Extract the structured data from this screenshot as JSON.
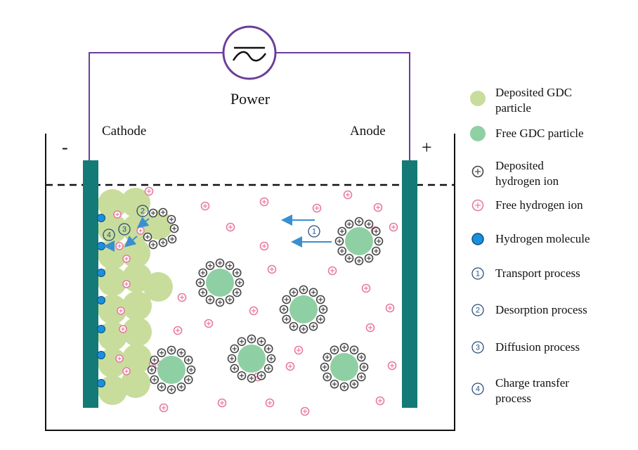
{
  "labels": {
    "power": "Power",
    "cathode": "Cathode",
    "anode": "Anode",
    "minus": "-",
    "plus": "+",
    "step1": "1",
    "step2": "2",
    "step3": "3",
    "step4": "4"
  },
  "colors": {
    "wire": "#6a3d9a",
    "electrode": "#137a77",
    "deposited_gdc": "#c8dd9b",
    "free_gdc": "#8fcfa4",
    "deposited_ion": "#444444",
    "free_ion": "#e87aa0",
    "hydrogen_molecule": "#1a8fdc",
    "arrow": "#3a8fd0",
    "step_marker": "#2a4d7a"
  },
  "legend": [
    {
      "key": "deposited-gdc",
      "icon": "light-green-circle",
      "lines": [
        "Deposited GDC",
        "particle"
      ]
    },
    {
      "key": "free-gdc",
      "icon": "green-circle",
      "lines": [
        "Free GDC particle"
      ]
    },
    {
      "key": "deposited-hydrogen-ion",
      "icon": "dark-plus-circle",
      "lines": [
        "Deposited",
        "hydrogen ion"
      ]
    },
    {
      "key": "free-hydrogen-ion",
      "icon": "pink-plus-circle",
      "lines": [
        "Free hydrogen ion"
      ]
    },
    {
      "key": "hydrogen-molecule",
      "icon": "blue-circle",
      "lines": [
        "Hydrogen molecule"
      ]
    },
    {
      "key": "transport-process",
      "icon": "circled-1",
      "marker": "1",
      "lines": [
        "Transport process"
      ]
    },
    {
      "key": "desorption-process",
      "icon": "circled-2",
      "marker": "2",
      "lines": [
        "Desorption process"
      ]
    },
    {
      "key": "diffusion-process",
      "icon": "circled-3",
      "marker": "3",
      "lines": [
        "Diffusion process"
      ]
    },
    {
      "key": "charge-transfer-process",
      "icon": "circled-4",
      "marker": "4",
      "lines": [
        "Charge transfer",
        "process"
      ]
    }
  ]
}
